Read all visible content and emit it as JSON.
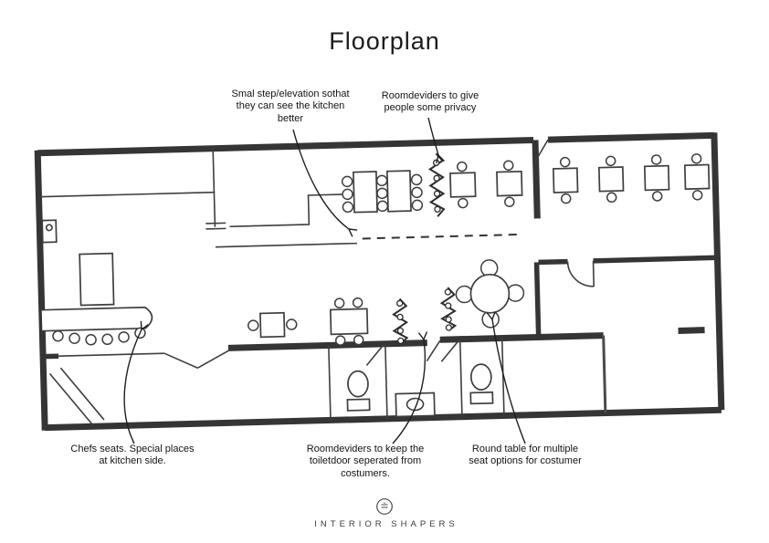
{
  "title": "Floorplan",
  "annotations": {
    "step_note": "Smal step/elevation sothat\nthey can see the kitchen\nbetter",
    "privacy_note": "Roomdeviders to give\npeople some privacy",
    "chefs_note": "Chefs seats. Special places\nat kitchen side.",
    "toilet_note": "Roomdeviders to keep the\ntoiletdoor seperated from\ncostumers.",
    "round_table_note": "Round table for multiple\nseat options for costumer"
  },
  "floorplan": {
    "elements": [
      "kitchen",
      "kitchen-island",
      "chef-counter-with-seats",
      "step-elevation-dashed-line",
      "long-dining-tables",
      "room-dividers",
      "square-tables",
      "round-table",
      "toilets",
      "entrance"
    ]
  },
  "footer": {
    "brand": "INTERIOR SHAPERS"
  },
  "colors": {
    "ink": "#2d2d2d",
    "paper": "#ffffff"
  }
}
